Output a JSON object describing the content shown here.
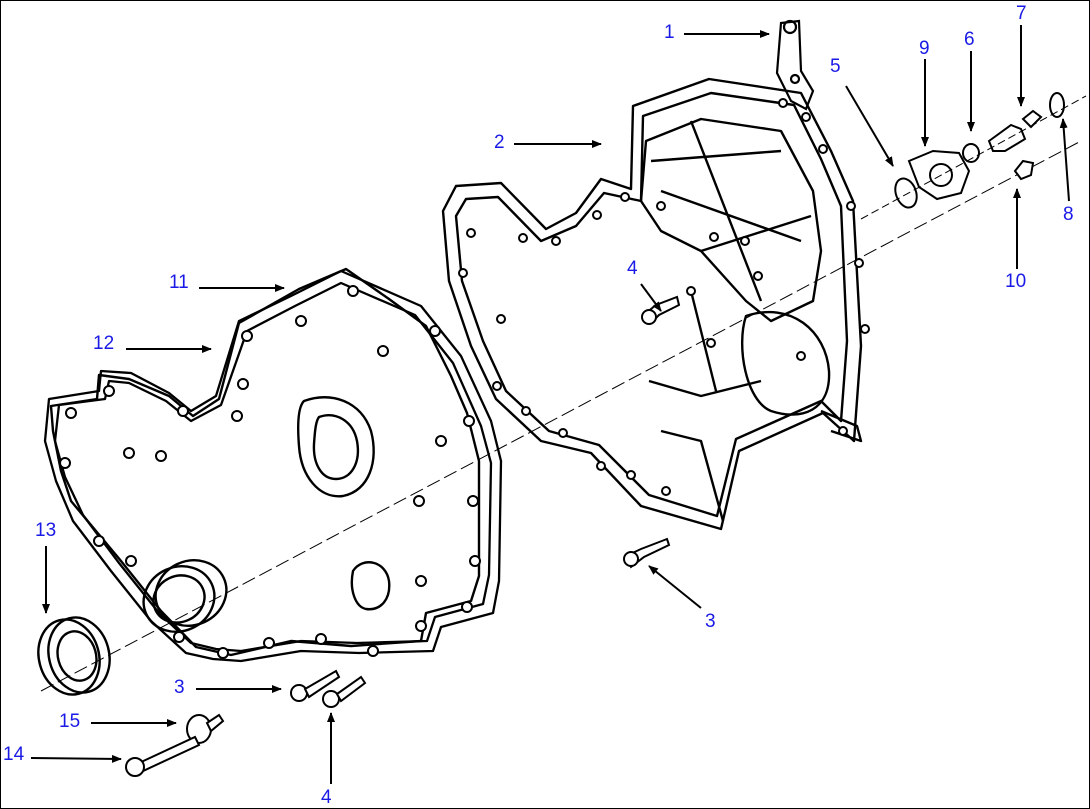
{
  "diagram": {
    "label_color": "#1a1ae6",
    "line_color": "#000000",
    "callouts": {
      "c1": "1",
      "c2": "2",
      "c3a": "3",
      "c3b": "3",
      "c4a": "4",
      "c4b": "4",
      "c5": "5",
      "c6": "6",
      "c7": "7",
      "c8": "8",
      "c9": "9",
      "c10": "10",
      "c11": "11",
      "c12": "12",
      "c13": "13",
      "c14": "14",
      "c15": "15"
    }
  }
}
